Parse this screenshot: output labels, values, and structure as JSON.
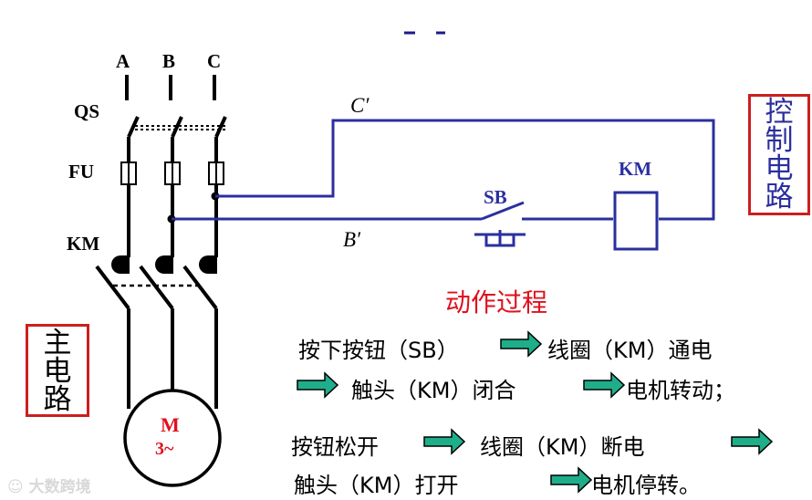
{
  "phase_labels": {
    "a": "A",
    "b": "B",
    "c": "C"
  },
  "component_labels": {
    "qs": "QS",
    "fu": "FU",
    "km_main": "KM"
  },
  "motor": {
    "line1": "M",
    "line2": "3~"
  },
  "main_circuit_label": [
    "主",
    "电",
    "路"
  ],
  "control_circuit_label": [
    "控",
    "制",
    "电",
    "路"
  ],
  "control": {
    "c_prime": "C′",
    "b_prime": "B′",
    "sb": "SB",
    "km_coil": "KM"
  },
  "process": {
    "title": "动作过程",
    "row1": {
      "a": "按下按钮（SB）",
      "b": "线圈（KM）通电"
    },
    "row2": {
      "a": "触头（KM）闭合",
      "b": "电机转动；"
    },
    "row3": {
      "a": "按钮松开",
      "b": "线圈（KM）断电"
    },
    "row4": {
      "a": "触头（KM）打开",
      "b": "电机停转。"
    }
  },
  "watermark": "大数跨境",
  "colors": {
    "wire": "#000000",
    "control_wire": "#2b2f9e",
    "coil": "#2b2f9e",
    "box": "#cc1f1f",
    "title": "#e0101e",
    "arrow_fill": "#1fae8a"
  }
}
